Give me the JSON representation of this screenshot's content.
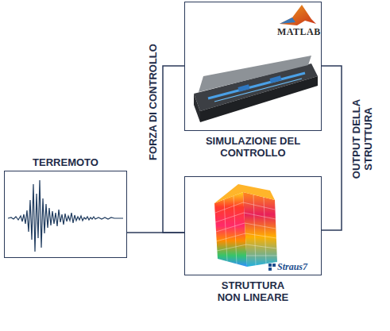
{
  "diagram": {
    "nodes": [
      {
        "text": [
          "TERREMOTO"
        ]
      },
      {
        "text": [
          "SIMULAZIONE DEL CONTROLLO"
        ]
      },
      {
        "text": [
          "STRUTTURA NON LINEARE"
        ]
      }
    ],
    "edges": [
      {
        "from": 0,
        "to": 2,
        "arrow": "none"
      },
      {
        "from": 1,
        "to": 2,
        "label": "FORZA DI CONTROLLO",
        "arrow": "none"
      },
      {
        "from": 2,
        "to": 1,
        "label": "OUTPUT DELLA STRUTTURA",
        "arrow": "none"
      }
    ],
    "labels": [
      "MATLAB",
      "Straus7"
    ]
  }
}
